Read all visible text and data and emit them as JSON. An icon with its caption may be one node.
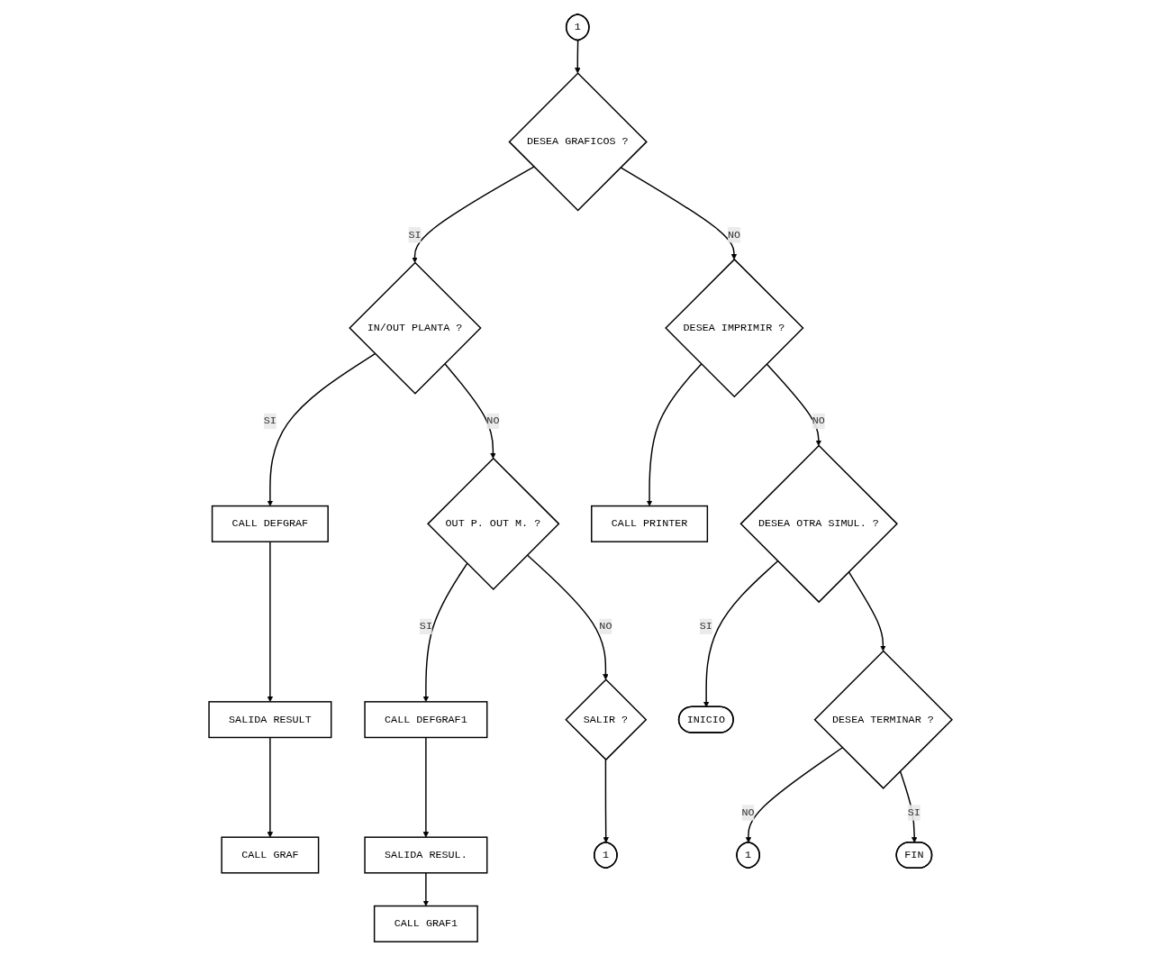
{
  "diagram": {
    "nodes": [
      {
        "text": [
          "CALL GRAF"
        ]
      },
      {
        "text": [
          "SALIDA RESULT"
        ]
      },
      {
        "text": [
          "1"
        ]
      },
      {
        "text": [
          "CALL DEFGRAF"
        ]
      },
      {
        "text": [
          "DESEA GRAFICOS ?"
        ]
      },
      {
        "text": [
          "IN/OUT PLANTA ?"
        ]
      },
      {
        "text": [
          "CALL PRINTER"
        ]
      },
      {
        "text": [
          "DESEA IMPRIMIR ?"
        ]
      },
      {
        "text": [
          "OUT P. OUT M. ?"
        ]
      },
      {
        "text": [
          "CALL DEFGRAF1"
        ]
      },
      {
        "text": [
          "SALIDA RESUL."
        ]
      },
      {
        "text": [
          "INICIO"
        ]
      },
      {
        "text": [
          "DESEA OTRA SIMUL. ?"
        ]
      },
      {
        "text": [
          "SALIR ?"
        ]
      },
      {
        "text": [
          "CALL GRAF1"
        ]
      },
      {
        "text": [
          "1"
        ]
      },
      {
        "text": [
          "1"
        ]
      },
      {
        "text": [
          "DESEA TERMINAR ?"
        ]
      },
      {
        "text": [
          "FIN"
        ]
      }
    ],
    "edges": [
      {
        "from": 2,
        "to": 4,
        "arrow": "to"
      },
      {
        "from": 4,
        "to": 5,
        "arrow": "to",
        "label": "SI"
      },
      {
        "from": 4,
        "to": 7,
        "arrow": "to",
        "label": "NO"
      },
      {
        "from": 5,
        "to": 3,
        "arrow": "to",
        "label": "SI"
      },
      {
        "from": 3,
        "to": 1,
        "arrow": "to"
      },
      {
        "from": 1,
        "to": 0,
        "arrow": "to"
      },
      {
        "from": 5,
        "to": 8,
        "arrow": "to",
        "label": "NO"
      },
      {
        "from": 7,
        "to": 6,
        "arrow": "to"
      },
      {
        "from": 7,
        "to": 12,
        "arrow": "to",
        "label": "NO"
      },
      {
        "from": 8,
        "to": 9,
        "arrow": "to",
        "label": "SI"
      },
      {
        "from": 8,
        "to": 13,
        "arrow": "to",
        "label": "NO"
      },
      {
        "from": 9,
        "to": 10,
        "arrow": "to"
      },
      {
        "from": 10,
        "to": 14,
        "arrow": "to"
      },
      {
        "from": 12,
        "to": 11,
        "arrow": "to",
        "label": "SI"
      },
      {
        "from": 12,
        "to": 17,
        "arrow": "to"
      },
      {
        "from": 13,
        "to": 15,
        "arrow": "to"
      },
      {
        "from": 17,
        "to": 16,
        "arrow": "to",
        "label": "NO"
      },
      {
        "from": 17,
        "to": 18,
        "arrow": "to",
        "label": "SI"
      }
    ]
  }
}
